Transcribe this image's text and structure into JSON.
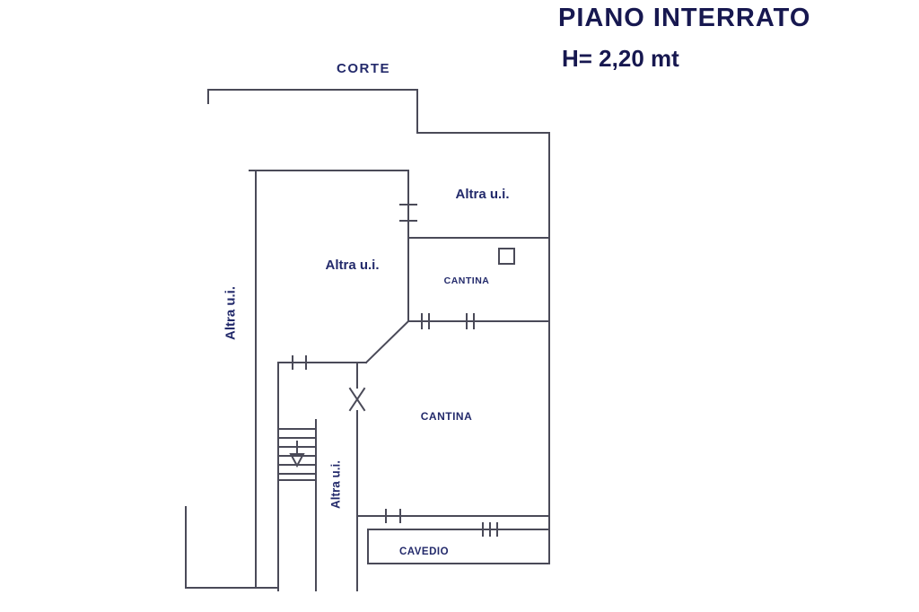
{
  "titles": {
    "main": "PIANO INTERRATO",
    "height": "H= 2,20 mt"
  },
  "labels": {
    "corte": "CORTE",
    "altra_ui_top": "Altra u.i.",
    "altra_ui_mid": "Altra u.i.",
    "altra_ui_left": "Altra u.i.",
    "altra_ui_strip": "Altra u.i.",
    "cantina_small": "CANTINA",
    "cantina_large": "CANTINA",
    "cavedio": "CAVEDIO"
  },
  "colors": {
    "line": "#4a4a58",
    "text": "#232a6b",
    "title": "#171850",
    "background": "#ffffff"
  }
}
